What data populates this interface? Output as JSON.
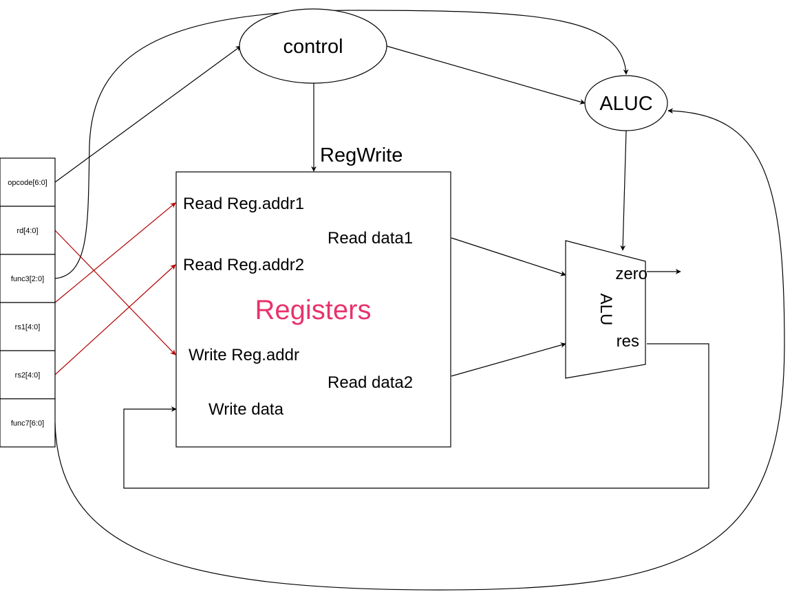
{
  "colors": {
    "registers_title": "#e8336d",
    "red_wire": "#b20000",
    "black_wire": "#000000"
  },
  "instruction_fields": [
    "opcode[6:0]",
    "rd[4:0]",
    "func3[2:0]",
    "rs1[4:0]",
    "rs2[4:0]",
    "func7[6:0]"
  ],
  "control": {
    "label": "control"
  },
  "aluc": {
    "label": "ALUC"
  },
  "regwrite": {
    "label": "RegWrite"
  },
  "registers": {
    "title": "Registers",
    "read_addr1": "Read Reg.addr1",
    "read_addr2": "Read Reg.addr2",
    "write_addr": "Write Reg.addr",
    "write_data": "Write data",
    "read_data1": "Read data1",
    "read_data2": "Read data2"
  },
  "alu": {
    "label": "ALU",
    "zero": "zero",
    "res": "res"
  }
}
